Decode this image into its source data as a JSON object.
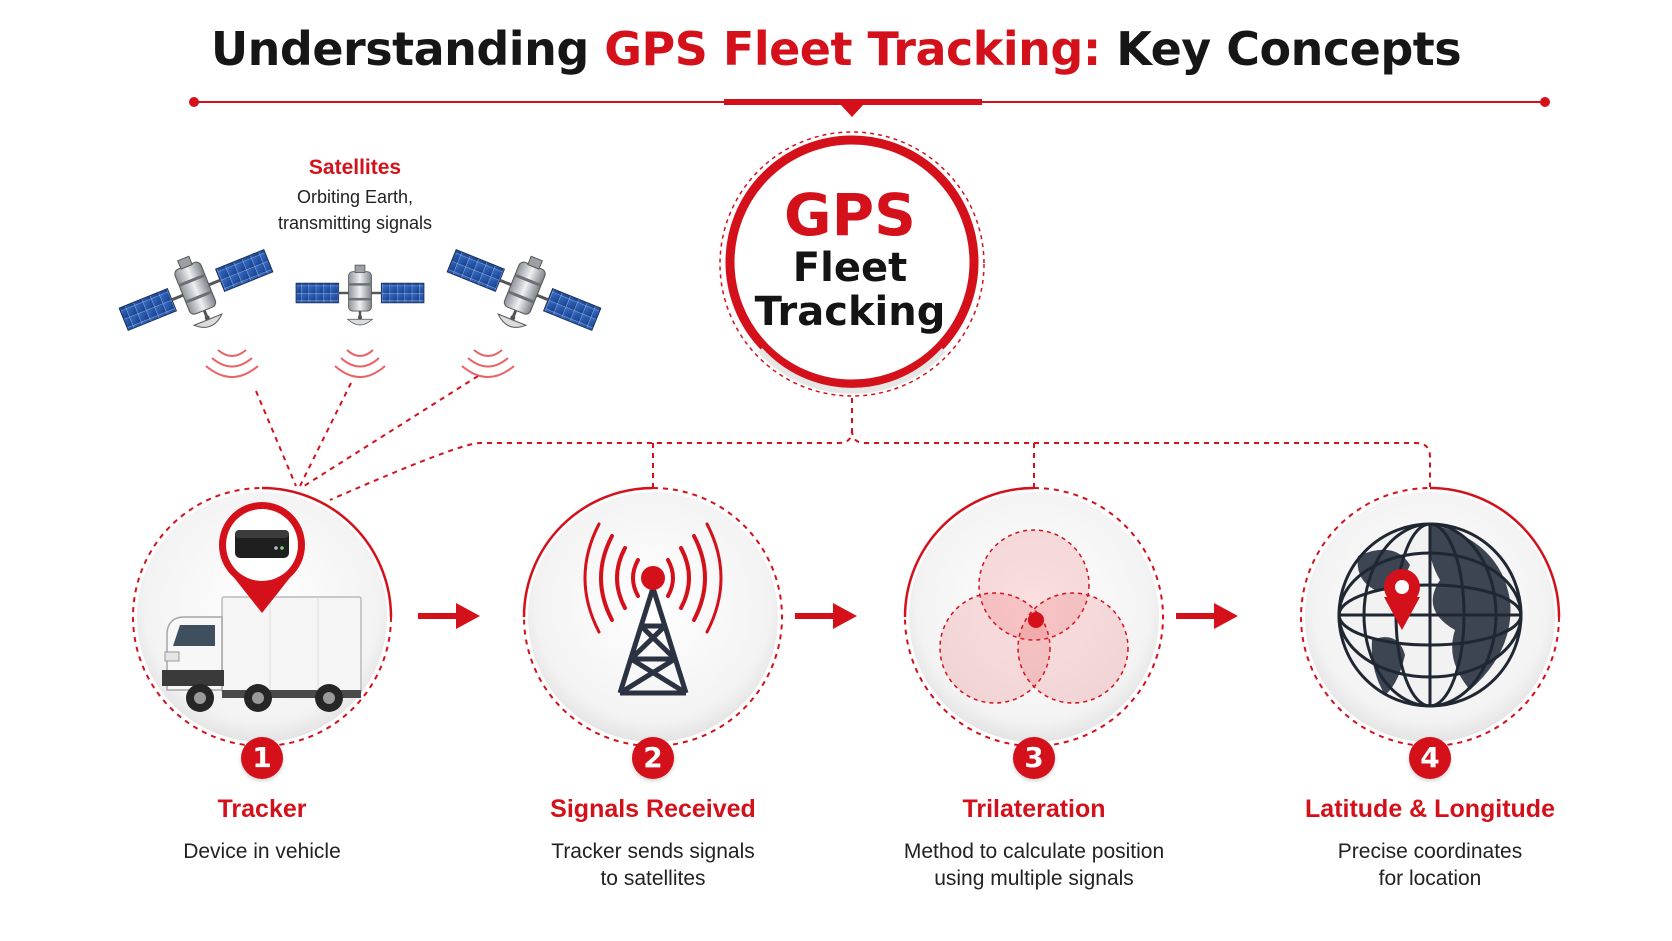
{
  "title": {
    "part1": "Understanding ",
    "highlight": "GPS Fleet Tracking:",
    "part2": " Key Concepts"
  },
  "satellites": {
    "title": "Satellites",
    "description_line1": "Orbiting Earth,",
    "description_line2": "transmitting signals"
  },
  "hub": {
    "line1": "GPS",
    "line2": "Fleet",
    "line3": "Tracking"
  },
  "steps": [
    {
      "number": "1",
      "title": "Tracker",
      "desc_line1": "Device in vehicle",
      "desc_line2": ""
    },
    {
      "number": "2",
      "title": "Signals Received",
      "desc_line1": "Tracker sends signals",
      "desc_line2": "to satellites"
    },
    {
      "number": "3",
      "title": "Trilateration",
      "desc_line1": "Method to calculate position",
      "desc_line2": "using multiple signals"
    },
    {
      "number": "4",
      "title": "Latitude & Longitude",
      "desc_line1": "Precise coordinates",
      "desc_line2": "for location"
    }
  ],
  "colors": {
    "accent": "#d4111a",
    "dark": "#1a1a1a",
    "background": "#ffffff"
  },
  "icons": [
    "satellite-icon",
    "truck-icon",
    "tracker-device-icon",
    "location-pin-icon",
    "signal-tower-icon",
    "trilateration-icon",
    "globe-icon",
    "arrow-right-icon"
  ]
}
